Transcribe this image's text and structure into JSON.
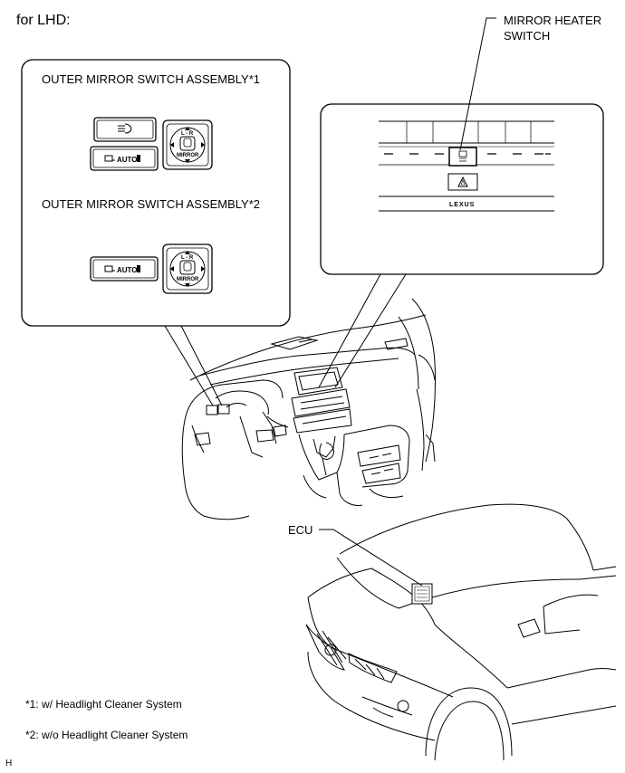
{
  "title": "for LHD:",
  "callouts": {
    "mirror_heater_switch": "MIRROR HEATER SWITCH",
    "ecu": "ECU"
  },
  "assemblies": {
    "assembly1": "OUTER MIRROR SWITCH ASSEMBLY*1",
    "assembly2": "OUTER MIRROR SWITCH ASSEMBLY*2"
  },
  "switch_labels": {
    "auto": "AUTO",
    "mirror": "MIRROR",
    "lr": "L - R"
  },
  "panel_labels": {
    "lexus": "LEXUS"
  },
  "footnotes": {
    "note1": "*1: w/ Headlight Cleaner System",
    "note2": "*2: w/o Headlight Cleaner System"
  },
  "footer": "H"
}
